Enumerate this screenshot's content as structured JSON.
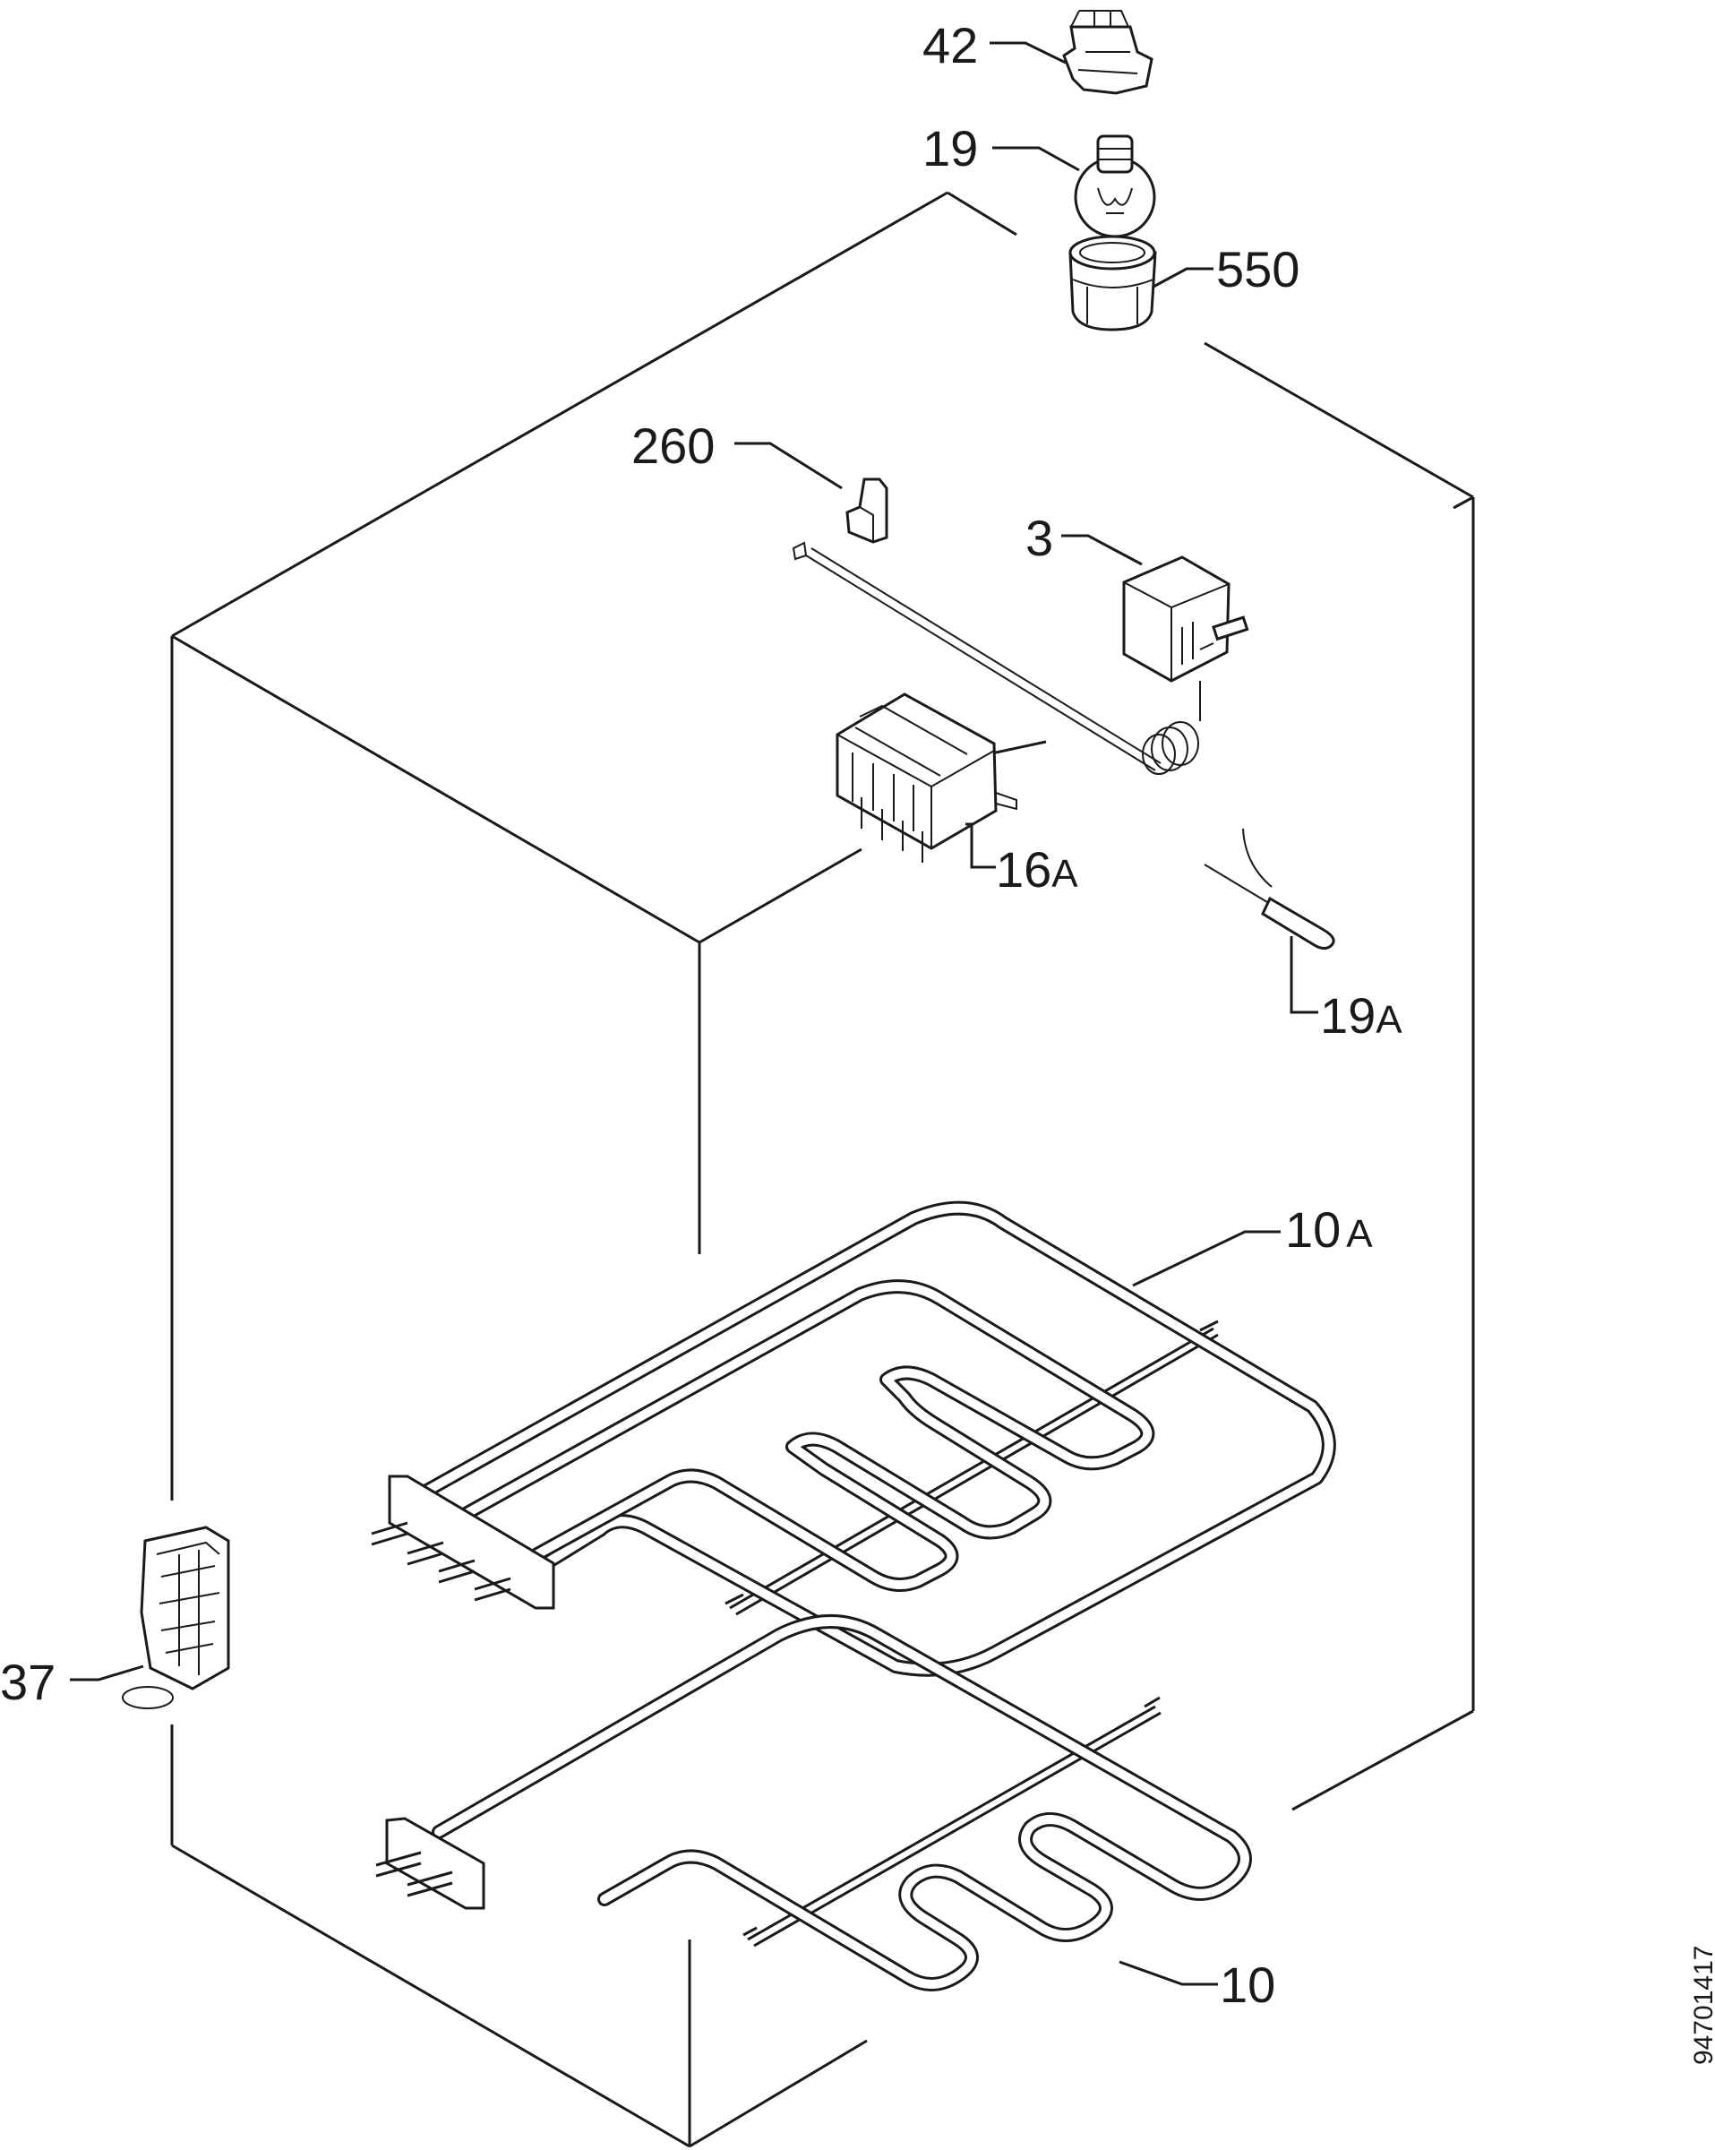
{
  "document_id": "94701417",
  "parts": [
    {
      "id": "42",
      "label": "42"
    },
    {
      "id": "19",
      "label": "19"
    },
    {
      "id": "550",
      "label": "550"
    },
    {
      "id": "260",
      "label": "260"
    },
    {
      "id": "3",
      "label": "3"
    },
    {
      "id": "16A",
      "label": "16",
      "suffix": "A"
    },
    {
      "id": "19A",
      "label": "19",
      "suffix": "A"
    },
    {
      "id": "10A",
      "label": "10",
      "suffix": "A"
    },
    {
      "id": "37",
      "label": "37"
    },
    {
      "id": "10",
      "label": "10"
    }
  ],
  "colors": {
    "ink": "#1a1a1a",
    "paper": "#ffffff"
  },
  "icons": [
    "lamp-cover-icon",
    "lamp-bulb-icon",
    "lamp-holder-icon",
    "clip-icon",
    "thermostat-icon",
    "selector-switch-icon",
    "sensor-probe-icon",
    "grill-element-icon",
    "terminal-block-icon",
    "bottom-element-icon"
  ]
}
